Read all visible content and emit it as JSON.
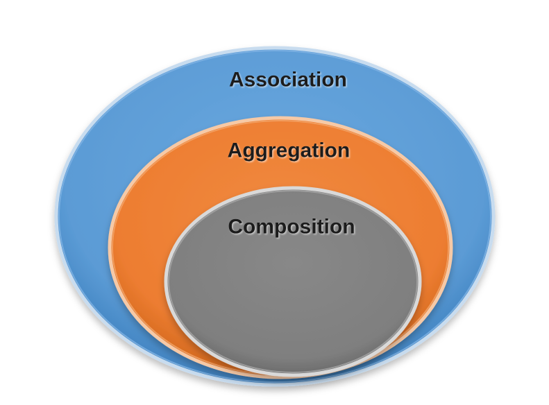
{
  "diagram": {
    "type": "nested-sets",
    "rings": [
      {
        "id": "outer",
        "label": "Association",
        "color": "#5b9bd5"
      },
      {
        "id": "middle",
        "label": "Aggregation",
        "color": "#ed7d31"
      },
      {
        "id": "inner",
        "label": "Composition",
        "color": "#7f7f7f"
      }
    ]
  }
}
